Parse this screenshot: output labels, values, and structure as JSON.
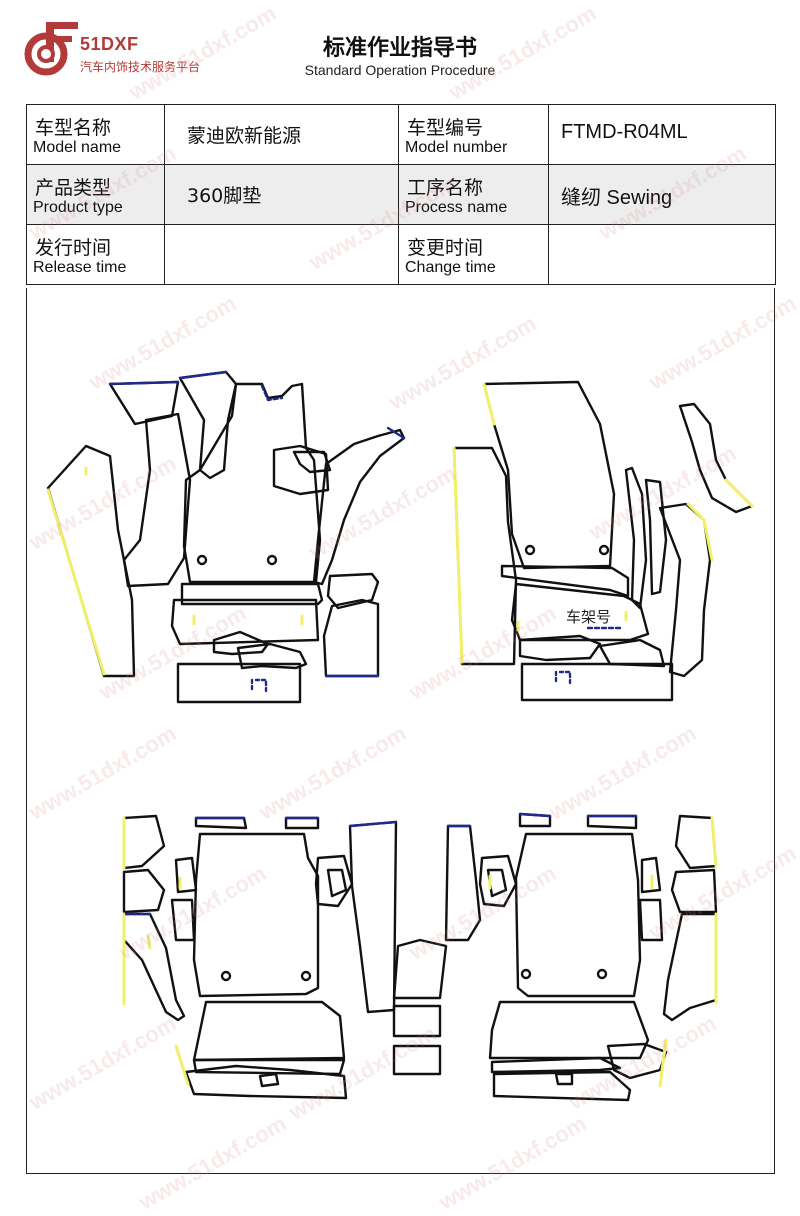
{
  "brand": {
    "logo_icon": "df-monogram-logo",
    "name": "51DXF",
    "subtitle": "汽车内饰技术服务平台",
    "color": "#b33a3a"
  },
  "title": {
    "cn": "标准作业指导书",
    "en": "Standard Operation Procedure"
  },
  "info": {
    "model_name": {
      "label_cn": "车型名称",
      "label_en": "Model name",
      "value": "蒙迪欧新能源"
    },
    "model_number": {
      "label_cn": "车型编号",
      "label_en": "Model number",
      "value": "FTMD-R04ML"
    },
    "product_type": {
      "label_cn": "产品类型",
      "label_en": "Product type",
      "value": "360脚垫"
    },
    "process_name": {
      "label_cn": "工序名称",
      "label_en": "Process name",
      "value": "缝纫 Sewing"
    },
    "release_time": {
      "label_cn": "发行时间",
      "label_en": "Release time",
      "value": ""
    },
    "change_time": {
      "label_cn": "变更时间",
      "label_en": "Change time",
      "value": ""
    }
  },
  "drawing": {
    "frame_label": "车架号",
    "colors": {
      "outline": "#111111",
      "edge_blue": "#1f2a8a",
      "edge_yellow": "#f2ef6a"
    }
  },
  "watermark": "www.51dxf.com"
}
